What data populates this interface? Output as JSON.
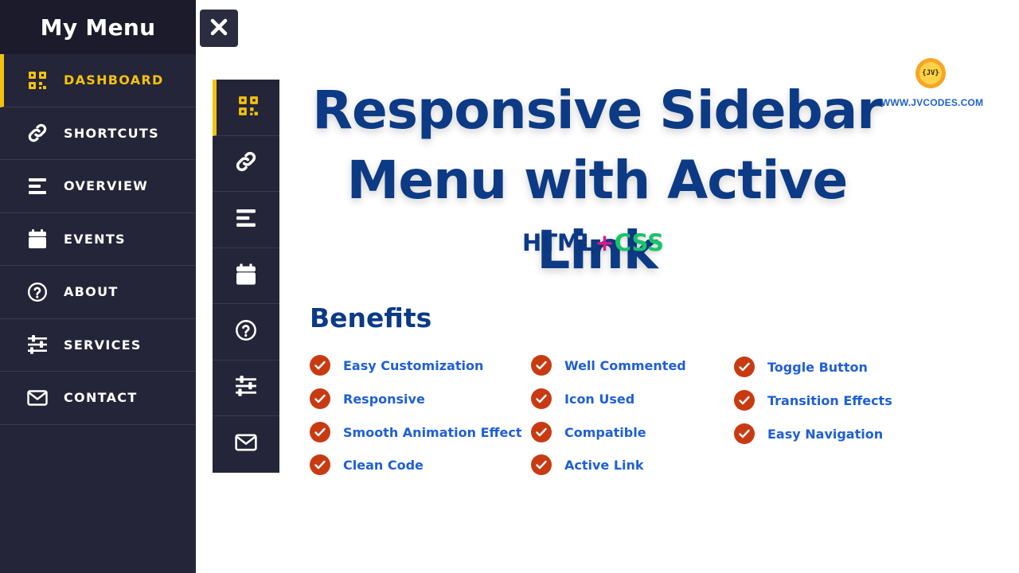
{
  "sidebar": {
    "title": "My Menu",
    "items": [
      {
        "label": "DASHBOARD",
        "icon": "dashboard-icon",
        "active": true
      },
      {
        "label": "SHORTCUTS",
        "icon": "link-icon",
        "active": false
      },
      {
        "label": "OVERVIEW",
        "icon": "list-icon",
        "active": false
      },
      {
        "label": "EVENTS",
        "icon": "calendar-icon",
        "active": false
      },
      {
        "label": "ABOUT",
        "icon": "question-icon",
        "active": false
      },
      {
        "label": "SERVICES",
        "icon": "sliders-icon",
        "active": false
      },
      {
        "label": "CONTACT",
        "icon": "envelope-icon",
        "active": false
      }
    ]
  },
  "close_button": {
    "icon": "close-icon"
  },
  "headline": {
    "line1": "Responsive Sidebar",
    "line2": "Menu with Active Link",
    "tech_html": "HTML",
    "tech_plus": "+",
    "tech_css": "CSS"
  },
  "brand": {
    "logo_text": "{JV}",
    "url": "WWW.JVCODES.COM"
  },
  "benefits": {
    "title": "Benefits",
    "columns": [
      [
        "Easy Customization",
        "Responsive",
        "Smooth Animation Effect",
        "Clean Code"
      ],
      [
        "Well Commented",
        "Icon Used",
        "Compatible",
        "Active Link"
      ],
      [
        "Toggle Button",
        "Transition Effects",
        "Easy Navigation"
      ]
    ]
  },
  "colors": {
    "sidebar_bg": "#242538",
    "accent_active": "#f4c20d",
    "headline": "#0c3a85",
    "check_bg": "#c83b12",
    "benefit_text": "#1f5fd6",
    "css_green": "#17c46a",
    "plus_pink": "#e0138c"
  }
}
